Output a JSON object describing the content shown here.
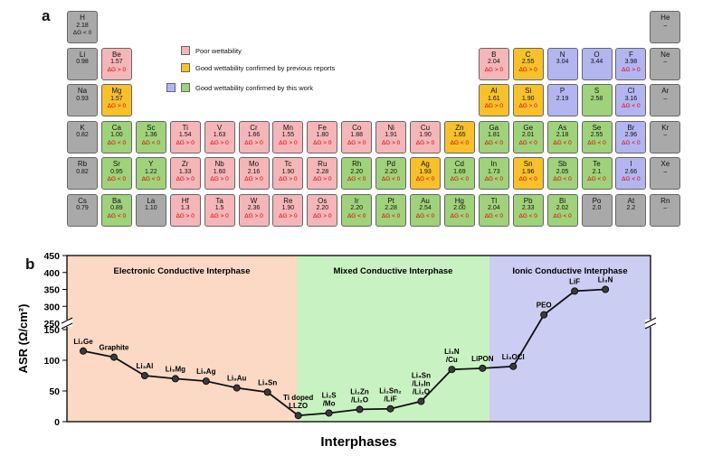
{
  "panel_a_label": "a",
  "panel_b_label": "b",
  "colors": {
    "poor": "#f4b6b8",
    "good_prev": "#f7c12b",
    "good_this_blue": "#b3b5f0",
    "good_this_green": "#9fd27a",
    "neutral": "#a9a9a9",
    "electronic_region": "#fbd9c4",
    "mixed_region": "#c9f2c2",
    "ionic_region": "#cccdf2",
    "line": "#111111"
  },
  "legend": [
    {
      "label": "Poor wettability",
      "swatches": [
        "poor"
      ]
    },
    {
      "label": "Good wettability confirmed by previous reports",
      "swatches": [
        "good_prev"
      ]
    },
    {
      "label": "Good wettability confirmed by this work",
      "swatches": [
        "good_this_blue",
        "good_this_green"
      ]
    }
  ],
  "elements": [
    {
      "sym": "H",
      "val": "2.18",
      "dg": "ΔG < 0",
      "color": "neutral",
      "row": 0,
      "col": 0,
      "dg_black": true
    },
    {
      "sym": "He",
      "val": "–",
      "dg": "",
      "color": "neutral",
      "row": 0,
      "col": 17
    },
    {
      "sym": "Li",
      "val": "0.98",
      "dg": "",
      "color": "neutral",
      "row": 1,
      "col": 0
    },
    {
      "sym": "Be",
      "val": "1.57",
      "dg": "ΔG > 0",
      "color": "poor",
      "row": 1,
      "col": 1
    },
    {
      "sym": "B",
      "val": "2.04",
      "dg": "ΔG > 0",
      "color": "poor",
      "row": 1,
      "col": 12
    },
    {
      "sym": "C",
      "val": "2.55",
      "dg": "ΔG > 0",
      "color": "good_prev",
      "row": 1,
      "col": 13
    },
    {
      "sym": "N",
      "val": "3.04",
      "dg": "",
      "color": "good_this_blue",
      "row": 1,
      "col": 14
    },
    {
      "sym": "O",
      "val": "3.44",
      "dg": "",
      "color": "good_this_blue",
      "row": 1,
      "col": 15
    },
    {
      "sym": "F",
      "val": "3.98",
      "dg": "ΔG > 0",
      "color": "good_this_blue",
      "row": 1,
      "col": 16
    },
    {
      "sym": "Ne",
      "val": "–",
      "dg": "",
      "color": "neutral",
      "row": 1,
      "col": 17
    },
    {
      "sym": "Na",
      "val": "0.93",
      "dg": "",
      "color": "neutral",
      "row": 2,
      "col": 0
    },
    {
      "sym": "Mg",
      "val": "1.57",
      "dg": "ΔG > 0",
      "color": "good_prev",
      "row": 2,
      "col": 1
    },
    {
      "sym": "Al",
      "val": "1.61",
      "dg": "ΔG > 0",
      "color": "good_prev",
      "row": 2,
      "col": 12
    },
    {
      "sym": "Si",
      "val": "1.90",
      "dg": "ΔG > 0",
      "color": "good_prev",
      "row": 2,
      "col": 13
    },
    {
      "sym": "P",
      "val": "2.19",
      "dg": "",
      "color": "good_this_blue",
      "row": 2,
      "col": 14
    },
    {
      "sym": "S",
      "val": "2.58",
      "dg": "",
      "color": "good_this_green",
      "row": 2,
      "col": 15
    },
    {
      "sym": "Cl",
      "val": "3.16",
      "dg": "ΔG < 0",
      "color": "good_this_blue",
      "row": 2,
      "col": 16
    },
    {
      "sym": "Ar",
      "val": "–",
      "dg": "",
      "color": "neutral",
      "row": 2,
      "col": 17
    },
    {
      "sym": "K",
      "val": "0.82",
      "dg": "",
      "color": "neutral",
      "row": 3,
      "col": 0
    },
    {
      "sym": "Ca",
      "val": "1.00",
      "dg": "ΔG < 0",
      "color": "good_this_green",
      "row": 3,
      "col": 1
    },
    {
      "sym": "Sc",
      "val": "1.36",
      "dg": "ΔG < 0",
      "color": "good_this_green",
      "row": 3,
      "col": 2
    },
    {
      "sym": "Ti",
      "val": "1.54",
      "dg": "ΔG > 0",
      "color": "poor",
      "row": 3,
      "col": 3
    },
    {
      "sym": "V",
      "val": "1.63",
      "dg": "ΔG > 0",
      "color": "poor",
      "row": 3,
      "col": 4
    },
    {
      "sym": "Cr",
      "val": "1.66",
      "dg": "ΔG > 0",
      "color": "poor",
      "row": 3,
      "col": 5
    },
    {
      "sym": "Mn",
      "val": "1.55",
      "dg": "ΔG > 0",
      "color": "poor",
      "row": 3,
      "col": 6
    },
    {
      "sym": "Fe",
      "val": "1.80",
      "dg": "ΔG > 0",
      "color": "poor",
      "row": 3,
      "col": 7
    },
    {
      "sym": "Co",
      "val": "1.88",
      "dg": "ΔG > 0",
      "color": "poor",
      "row": 3,
      "col": 8
    },
    {
      "sym": "Ni",
      "val": "1.91",
      "dg": "ΔG > 0",
      "color": "poor",
      "row": 3,
      "col": 9
    },
    {
      "sym": "Cu",
      "val": "1.90",
      "dg": "ΔG > 0",
      "color": "poor",
      "row": 3,
      "col": 10
    },
    {
      "sym": "Zn",
      "val": "1.65",
      "dg": "ΔG < 0",
      "color": "good_prev",
      "row": 3,
      "col": 11
    },
    {
      "sym": "Ga",
      "val": "1.81",
      "dg": "ΔG < 0",
      "color": "good_this_green",
      "row": 3,
      "col": 12
    },
    {
      "sym": "Ge",
      "val": "2.01",
      "dg": "ΔG < 0",
      "color": "good_this_green",
      "row": 3,
      "col": 13
    },
    {
      "sym": "As",
      "val": "2.18",
      "dg": "ΔG < 0",
      "color": "good_this_green",
      "row": 3,
      "col": 14
    },
    {
      "sym": "Se",
      "val": "2.55",
      "dg": "ΔG < 0",
      "color": "good_this_green",
      "row": 3,
      "col": 15
    },
    {
      "sym": "Br",
      "val": "2.96",
      "dg": "ΔG < 0",
      "color": "good_this_blue",
      "row": 3,
      "col": 16
    },
    {
      "sym": "Kr",
      "val": "–",
      "dg": "",
      "color": "neutral",
      "row": 3,
      "col": 17
    },
    {
      "sym": "Rb",
      "val": "0.82",
      "dg": "",
      "color": "neutral",
      "row": 4,
      "col": 0
    },
    {
      "sym": "Sr",
      "val": "0.95",
      "dg": "ΔG < 0",
      "color": "good_this_green",
      "row": 4,
      "col": 1
    },
    {
      "sym": "Y",
      "val": "1.22",
      "dg": "ΔG < 0",
      "color": "good_this_green",
      "row": 4,
      "col": 2
    },
    {
      "sym": "Zr",
      "val": "1.33",
      "dg": "ΔG > 0",
      "color": "poor",
      "row": 4,
      "col": 3
    },
    {
      "sym": "Nb",
      "val": "1.60",
      "dg": "ΔG > 0",
      "color": "poor",
      "row": 4,
      "col": 4
    },
    {
      "sym": "Mo",
      "val": "2.16",
      "dg": "ΔG > 0",
      "color": "poor",
      "row": 4,
      "col": 5
    },
    {
      "sym": "Tc",
      "val": "1.90",
      "dg": "ΔG > 0",
      "color": "poor",
      "row": 4,
      "col": 6
    },
    {
      "sym": "Ru",
      "val": "2.28",
      "dg": "ΔG > 0",
      "color": "poor",
      "row": 4,
      "col": 7
    },
    {
      "sym": "Rh",
      "val": "2.20",
      "dg": "ΔG < 0",
      "color": "good_this_green",
      "row": 4,
      "col": 8
    },
    {
      "sym": "Pd",
      "val": "2.20",
      "dg": "ΔG < 0",
      "color": "good_this_green",
      "row": 4,
      "col": 9
    },
    {
      "sym": "Ag",
      "val": "1.93",
      "dg": "ΔG < 0",
      "color": "good_prev",
      "row": 4,
      "col": 10
    },
    {
      "sym": "Cd",
      "val": "1.69",
      "dg": "ΔG < 0",
      "color": "good_this_green",
      "row": 4,
      "col": 11
    },
    {
      "sym": "In",
      "val": "1.73",
      "dg": "ΔG < 0",
      "color": "good_this_green",
      "row": 4,
      "col": 12
    },
    {
      "sym": "Sn",
      "val": "1.96",
      "dg": "ΔG < 0",
      "color": "good_prev",
      "row": 4,
      "col": 13
    },
    {
      "sym": "Sb",
      "val": "2.05",
      "dg": "ΔG < 0",
      "color": "good_this_green",
      "row": 4,
      "col": 14
    },
    {
      "sym": "Te",
      "val": "2.1",
      "dg": "ΔG < 0",
      "color": "good_this_green",
      "row": 4,
      "col": 15
    },
    {
      "sym": "I",
      "val": "2.66",
      "dg": "ΔG < 0",
      "color": "good_this_blue",
      "row": 4,
      "col": 16
    },
    {
      "sym": "Xe",
      "val": "–",
      "dg": "",
      "color": "neutral",
      "row": 4,
      "col": 17
    },
    {
      "sym": "Cs",
      "val": "0.79",
      "dg": "",
      "color": "neutral",
      "row": 5,
      "col": 0
    },
    {
      "sym": "Ba",
      "val": "0.89",
      "dg": "ΔG < 0",
      "color": "good_this_green",
      "row": 5,
      "col": 1
    },
    {
      "sym": "La",
      "val": "1.10",
      "dg": "",
      "color": "neutral",
      "row": 5,
      "col": 2
    },
    {
      "sym": "Hf",
      "val": "1.3",
      "dg": "ΔG > 0",
      "color": "poor",
      "row": 5,
      "col": 3
    },
    {
      "sym": "Ta",
      "val": "1.5",
      "dg": "ΔG > 0",
      "color": "poor",
      "row": 5,
      "col": 4
    },
    {
      "sym": "W",
      "val": "2.36",
      "dg": "ΔG > 0",
      "color": "poor",
      "row": 5,
      "col": 5
    },
    {
      "sym": "Re",
      "val": "1.90",
      "dg": "ΔG > 0",
      "color": "poor",
      "row": 5,
      "col": 6
    },
    {
      "sym": "Os",
      "val": "2.20",
      "dg": "ΔG > 0",
      "color": "poor",
      "row": 5,
      "col": 7
    },
    {
      "sym": "Ir",
      "val": "2.20",
      "dg": "ΔG < 0",
      "color": "good_this_green",
      "row": 5,
      "col": 8
    },
    {
      "sym": "Pt",
      "val": "2.28",
      "dg": "ΔG < 0",
      "color": "good_this_green",
      "row": 5,
      "col": 9
    },
    {
      "sym": "Au",
      "val": "2.54",
      "dg": "ΔG < 0",
      "color": "good_this_green",
      "row": 5,
      "col": 10
    },
    {
      "sym": "Hg",
      "val": "2.00",
      "dg": "ΔG < 0",
      "color": "good_this_green",
      "row": 5,
      "col": 11
    },
    {
      "sym": "Tl",
      "val": "2.04",
      "dg": "ΔG < 0",
      "color": "good_this_green",
      "row": 5,
      "col": 12
    },
    {
      "sym": "Pb",
      "val": "2.33",
      "dg": "ΔG < 0",
      "color": "good_this_green",
      "row": 5,
      "col": 13
    },
    {
      "sym": "Bi",
      "val": "2.02",
      "dg": "ΔG < 0",
      "color": "good_this_green",
      "row": 5,
      "col": 14
    },
    {
      "sym": "Po",
      "val": "2.0",
      "dg": "",
      "color": "neutral",
      "row": 5,
      "col": 15
    },
    {
      "sym": "At",
      "val": "2.2",
      "dg": "",
      "color": "neutral",
      "row": 5,
      "col": 16
    },
    {
      "sym": "Rn",
      "val": "–",
      "dg": "",
      "color": "neutral",
      "row": 5,
      "col": 17
    }
  ],
  "chart_data": {
    "type": "line",
    "xlabel": "Interphases",
    "ylabel": "ASR (Ω/cm²)",
    "ylim_lower": [
      0,
      150
    ],
    "ylim_upper": [
      250,
      450
    ],
    "yticks": [
      0,
      50,
      100,
      150,
      250,
      300,
      350,
      400,
      450
    ],
    "axis_break": true,
    "regions": [
      {
        "label": "Electronic Conductive Interphase",
        "from": 0,
        "to": 7,
        "color": "electronic_region"
      },
      {
        "label": "Mixed Conductive Interphase",
        "from": 7,
        "to": 14,
        "color": "mixed_region"
      },
      {
        "label": "Ionic Conductive Interphase",
        "from": 14,
        "to": 19,
        "color": "ionic_region"
      }
    ],
    "points": [
      {
        "label": "Li₂Ge",
        "y": 115
      },
      {
        "label": "Graphite",
        "y": 105
      },
      {
        "label": "Li₃Al",
        "y": 75
      },
      {
        "label": "Li₃Mg",
        "y": 70
      },
      {
        "label": "Li₉Ag",
        "y": 66
      },
      {
        "label": "Li₉Au",
        "y": 55
      },
      {
        "label": "Li₄Sn",
        "y": 48
      },
      {
        "label": "Ti doped\nLLZO",
        "y": 10
      },
      {
        "label": "Li₂S\n/Mo",
        "y": 14
      },
      {
        "label": "Li₂Zn\n/Li₂O",
        "y": 20
      },
      {
        "label": "Li₂Sn₂\n/LiF",
        "y": 21
      },
      {
        "label": "Li₄Sn\n/Li₃In\n/Li₂O",
        "y": 33
      },
      {
        "label": "Li₃N\n/Cu",
        "y": 85
      },
      {
        "label": "LiPON",
        "y": 87
      },
      {
        "label": "Li₃OCl",
        "y": 90
      },
      {
        "label": "PEO",
        "y": 275
      },
      {
        "label": "LiF",
        "y": 345
      },
      {
        "label": "Li₃N",
        "y": 350
      }
    ]
  }
}
